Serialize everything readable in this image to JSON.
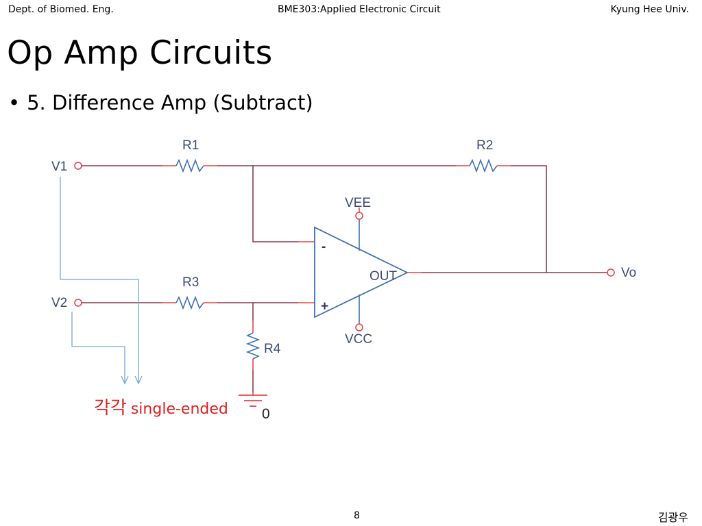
{
  "header": {
    "left": "Dept. of Biomed. Eng.",
    "center": "BME303:Applied Electronic Circuit",
    "right": "Kyung Hee Univ."
  },
  "title": "Op Amp Circuits",
  "bullet": "5. Difference Amp (Subtract)",
  "circuit": {
    "labels": {
      "v1": "V1",
      "v2": "V2",
      "vo": "Vo",
      "r1": "R1",
      "r2": "R2",
      "r3": "R3",
      "r4": "R4",
      "vee": "VEE",
      "vcc": "VCC",
      "out": "OUT",
      "minus": "-",
      "plus": "+",
      "ground": "0"
    },
    "colors": {
      "wire": "#8a3a4a",
      "lead": "#e8424a",
      "opamp": "#3d6fb5",
      "annotation": "#6fa8dc"
    }
  },
  "note": {
    "korean": "각각",
    "text": "single-ended"
  },
  "footer": {
    "page": "8",
    "author": "김광우"
  }
}
